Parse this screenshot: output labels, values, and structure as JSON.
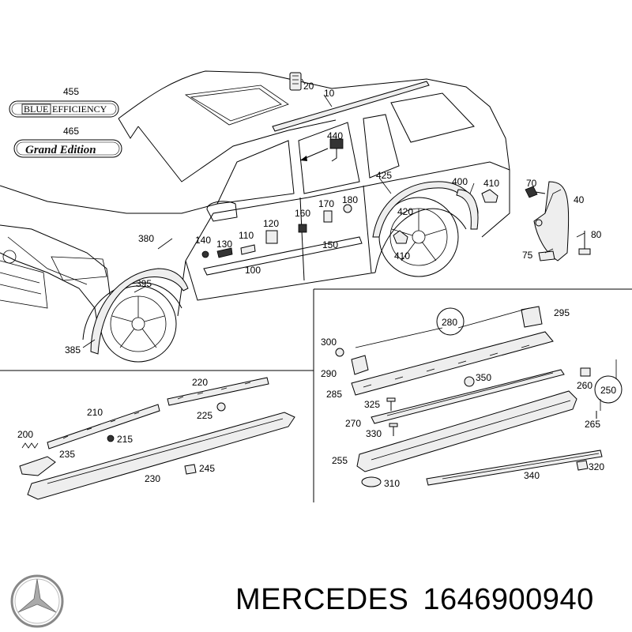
{
  "badges": {
    "blue_word": "BLUE",
    "efficiency_word": "EFFICIENCY",
    "grand_edition": "Grand Edition"
  },
  "labels": {
    "l455": "455",
    "l465": "465",
    "l20": "20",
    "l10": "10",
    "l440": "440",
    "l425": "425",
    "l400": "400",
    "l410a": "410",
    "l420": "420",
    "l410b": "410",
    "l70": "70",
    "l40": "40",
    "l80": "80",
    "l75": "75",
    "l380": "380",
    "l140": "140",
    "l130": "130",
    "l110": "110",
    "l120": "120",
    "l160": "160",
    "l170": "170",
    "l180": "180",
    "l150": "150",
    "l100": "100",
    "l395": "395",
    "l385": "385",
    "l220": "220",
    "l210": "210",
    "l225": "225",
    "l200": "200",
    "l215": "215",
    "l235": "235",
    "l245": "245",
    "l230": "230",
    "l280": "280",
    "l295": "295",
    "l300": "300",
    "l290": "290",
    "l350": "350",
    "l285": "285",
    "l260": "260",
    "l250": "250",
    "l325": "325",
    "l270": "270",
    "l265": "265",
    "l330": "330",
    "l255": "255",
    "l320": "320",
    "l310": "310",
    "l340": "340"
  },
  "footer": {
    "brand": "MERCEDES",
    "part_number": "1646900940"
  },
  "logo_icon": "mercedes-star-icon"
}
